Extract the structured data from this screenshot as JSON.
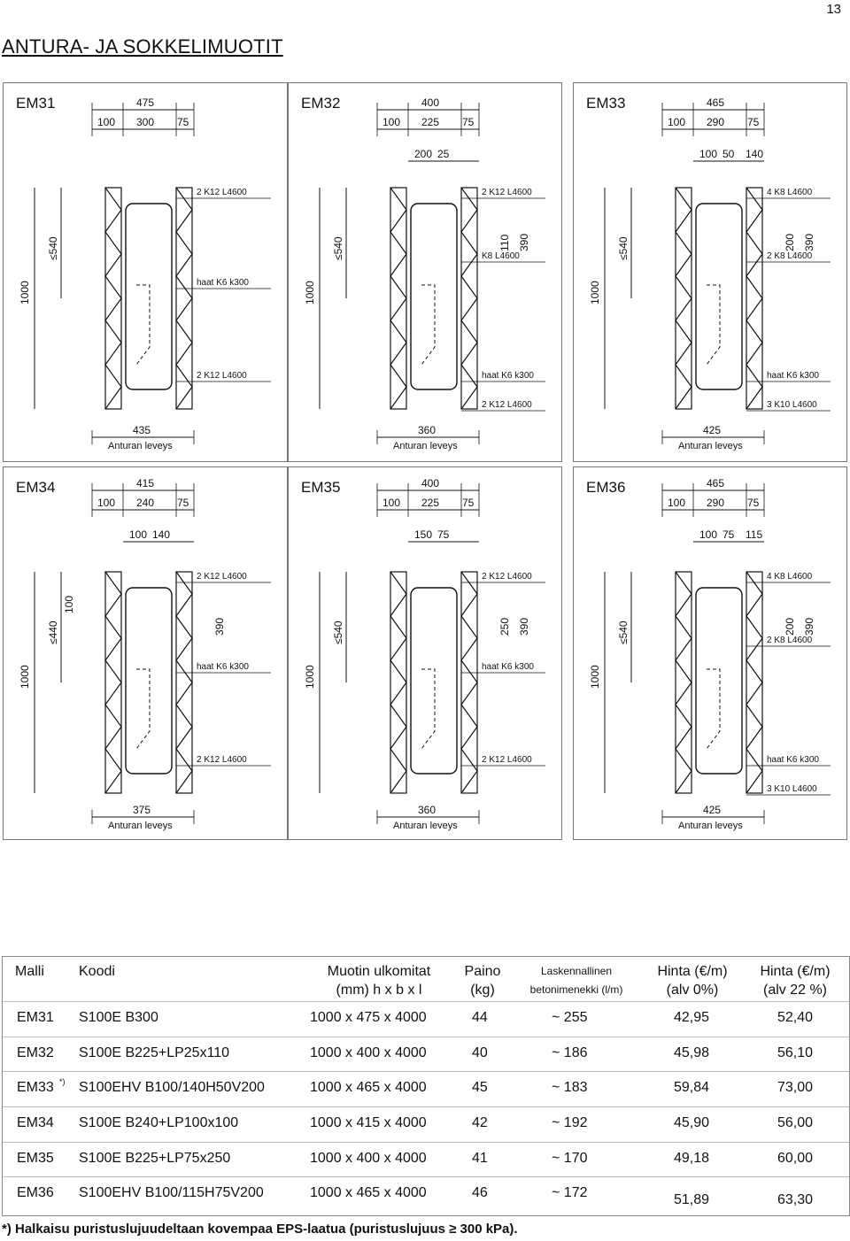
{
  "page_number": "13",
  "title": "ANTURA- JA SOKKELIMUOTIT",
  "panels": [
    {
      "name": "EM31",
      "dims_top": [
        "475",
        "100",
        "300",
        "75"
      ],
      "dims_mid": [],
      "height_main": "1000",
      "height_inner": "≤540",
      "height_right": [],
      "labels": [
        "2 K12 L4600",
        "haat K6 k300",
        "2 K12 L4600"
      ],
      "width_value": "435",
      "width_label": "Anturan leveys"
    },
    {
      "name": "EM32",
      "dims_top": [
        "400",
        "100",
        "225",
        "75"
      ],
      "dims_mid": [
        "200",
        "25"
      ],
      "height_main": "1000",
      "height_inner": "≤540",
      "height_right": [
        "110",
        "390"
      ],
      "labels": [
        "2 K12 L4600",
        "K8 L4600",
        "haat K6 k300",
        "2 K12 L4600"
      ],
      "width_value": "360",
      "width_label": "Anturan leveys"
    },
    {
      "name": "EM33",
      "dims_top": [
        "465",
        "100",
        "290",
        "75"
      ],
      "dims_mid": [
        "100",
        "50",
        "140"
      ],
      "height_main": "1000",
      "height_inner": "≤540",
      "height_right": [
        "200",
        "390"
      ],
      "labels": [
        "4 K8 L4600",
        "2 K8 L4600",
        "haat K6 k300",
        "3 K10 L4600"
      ],
      "width_value": "425",
      "width_label": "Anturan leveys"
    },
    {
      "name": "EM34",
      "dims_top": [
        "415",
        "100",
        "240",
        "75"
      ],
      "dims_mid": [
        "100",
        "140"
      ],
      "height_main": "1000",
      "height_inner": "≤440",
      "height_top": "100",
      "height_right": [
        "390"
      ],
      "labels": [
        "2 K12 L4600",
        "haat K6 k300",
        "2 K12 L4600"
      ],
      "width_value": "375",
      "width_label": "Anturan leveys"
    },
    {
      "name": "EM35",
      "dims_top": [
        "400",
        "100",
        "225",
        "75"
      ],
      "dims_mid": [
        "150",
        "75"
      ],
      "height_main": "1000",
      "height_inner": "≤540",
      "height_right": [
        "250",
        "390"
      ],
      "labels": [
        "2 K12 L4600",
        "haat K6 k300",
        "2 K12 L4600"
      ],
      "width_value": "360",
      "width_label": "Anturan leveys"
    },
    {
      "name": "EM36",
      "dims_top": [
        "465",
        "100",
        "290",
        "75"
      ],
      "dims_mid": [
        "100",
        "75",
        "115"
      ],
      "height_main": "1000",
      "height_inner": "≤540",
      "height_right": [
        "200",
        "390"
      ],
      "labels": [
        "4 K8 L4600",
        "2 K8 L4600",
        "haat K6 k300",
        "3 K10 L4600"
      ],
      "width_value": "425",
      "width_label": "Anturan leveys"
    }
  ],
  "table": {
    "headers": {
      "malli": "Malli",
      "koodi": "Koodi",
      "muotin_1": "Muotin ulkomitat",
      "muotin_2": "(mm)    h x b x l",
      "paino_1": "Paino",
      "paino_2": "(kg)",
      "laskennallinen_1": "Laskennallinen",
      "laskennallinen_2": "betonimenekki (l/m)",
      "hinta0_1": "Hinta (€/m)",
      "hinta0_2": "(alv 0%)",
      "hinta22_1": "Hinta (€/m)",
      "hinta22_2": "(alv 22 %)"
    },
    "rows": [
      {
        "malli": "EM31",
        "sup": "",
        "koodi": "S100E B300",
        "mitat": "1000 x 475 x 4000",
        "paino": "44",
        "menekki": "~ 255",
        "hinta0": "42,95",
        "hinta22": "52,40"
      },
      {
        "malli": "EM32",
        "sup": "",
        "koodi": "S100E B225+LP25x110",
        "mitat": "1000 x 400 x 4000",
        "paino": "40",
        "menekki": "~ 186",
        "hinta0": "45,98",
        "hinta22": "56,10"
      },
      {
        "malli": "EM33",
        "sup": "*)",
        "koodi": "S100EHV B100/140H50V200",
        "mitat": "1000 x 465 x 4000",
        "paino": "45",
        "menekki": "~ 183",
        "hinta0": "59,84",
        "hinta22": "73,00"
      },
      {
        "malli": "EM34",
        "sup": "",
        "koodi": "S100E B240+LP100x100",
        "mitat": "1000 x 415 x 4000",
        "paino": "42",
        "menekki": "~ 192",
        "hinta0": "45,90",
        "hinta22": "56,00"
      },
      {
        "malli": "EM35",
        "sup": "",
        "koodi": "S100E B225+LP75x250",
        "mitat": "1000 x 400 x 4000",
        "paino": "41",
        "menekki": "~ 170",
        "hinta0": "49,18",
        "hinta22": "60,00"
      },
      {
        "malli": "EM36",
        "sup": "",
        "koodi": "S100EHV B100/115H75V200",
        "mitat": "1000 x 465 x 4000",
        "paino": "46",
        "menekki": "~ 172",
        "hinta0": "51,89",
        "hinta22": "63,30"
      }
    ]
  },
  "footnote": "*)  Halkaisu puristuslujuudeltaan kovempaa EPS-laatua (puristuslujuus ≥ 300 kPa)."
}
